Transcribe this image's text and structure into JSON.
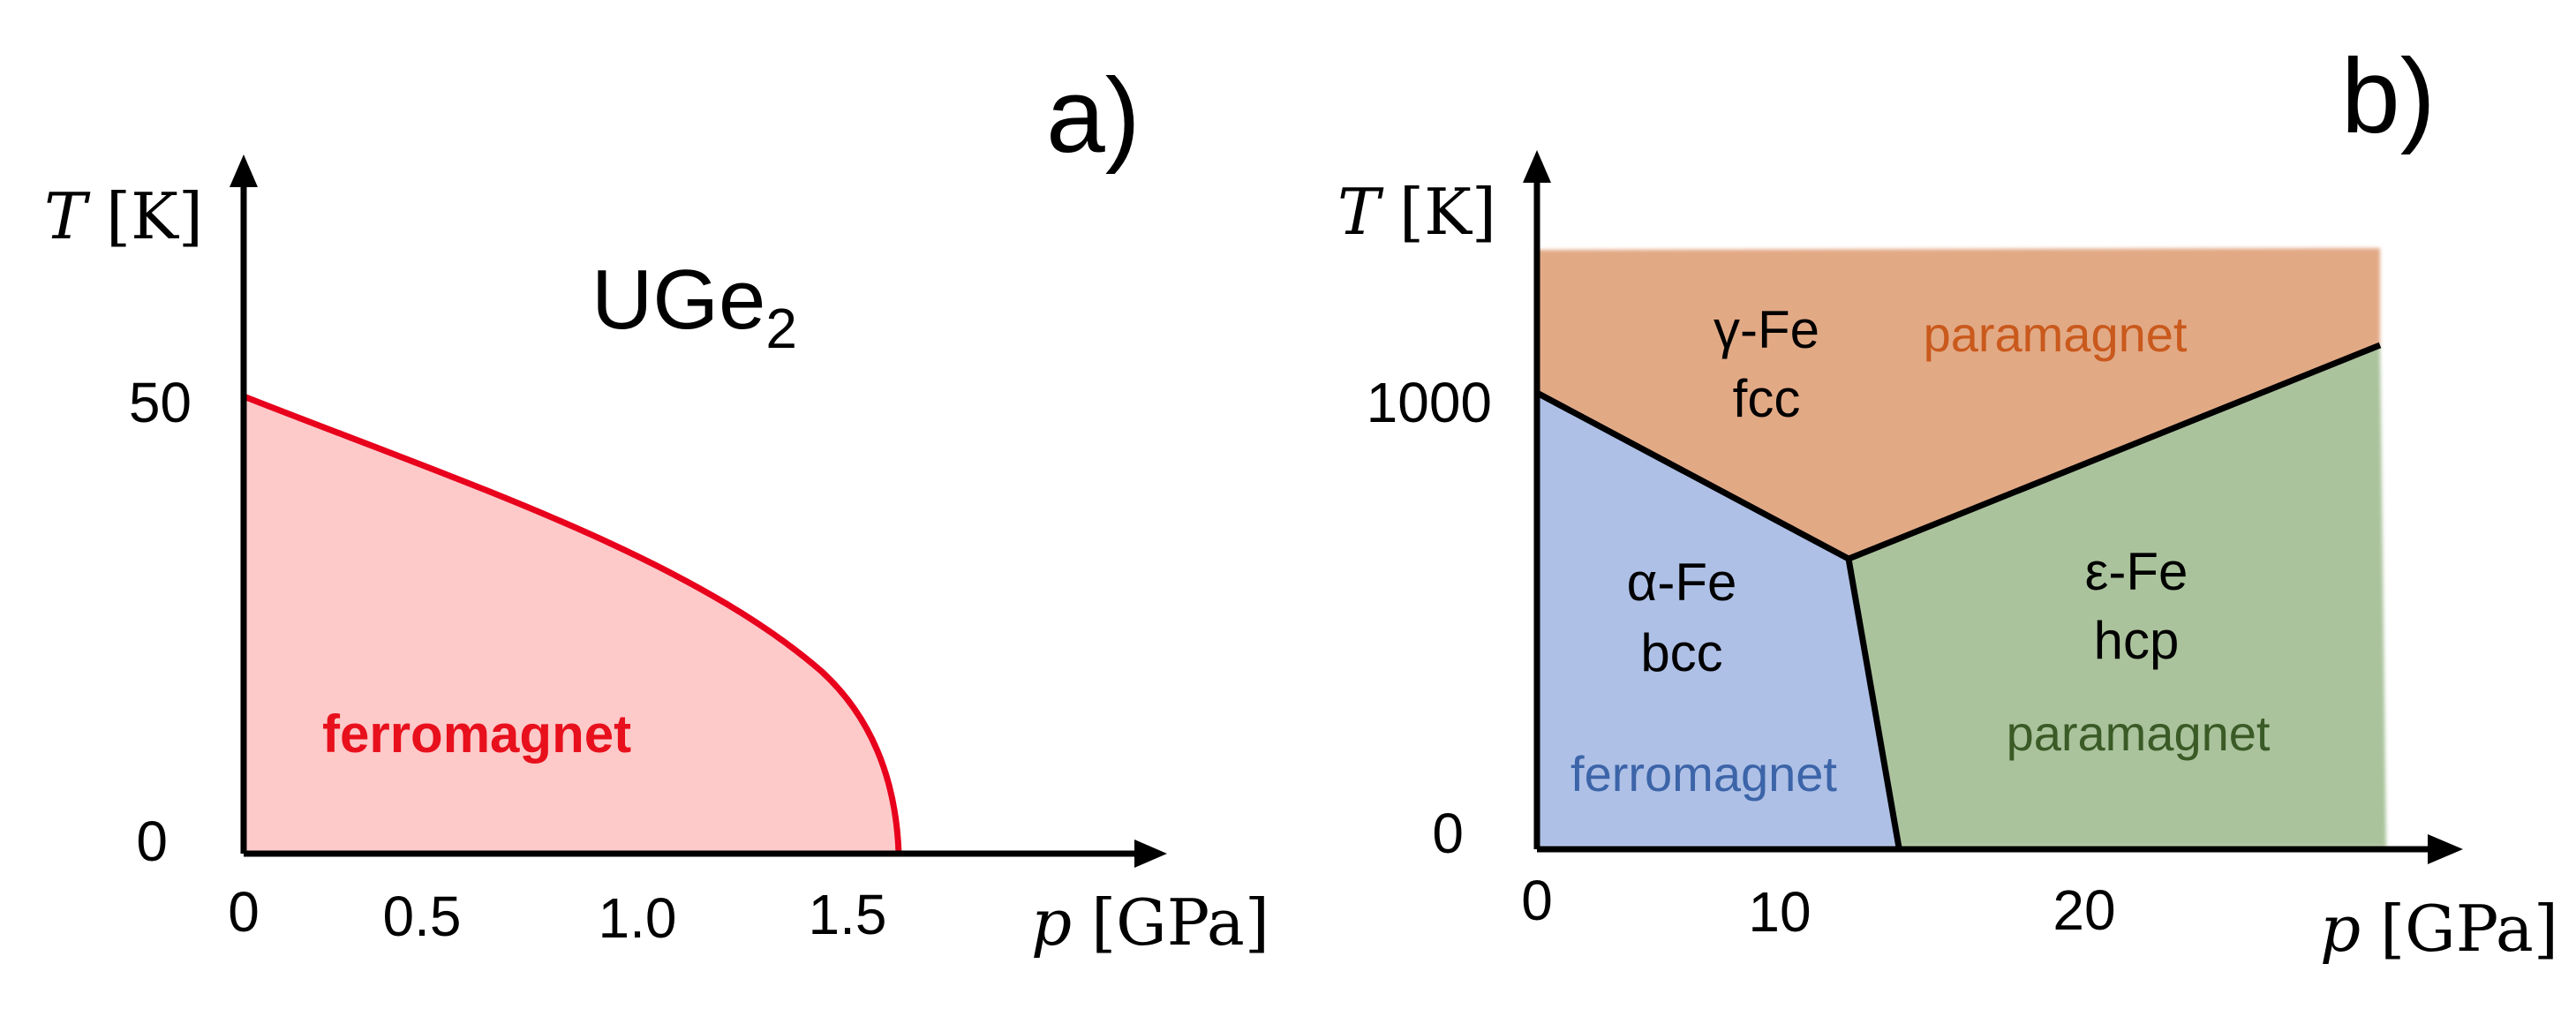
{
  "panel_a": {
    "label": "a)",
    "material": "UGe",
    "material_sub": "2",
    "y_axis_label_italic": "T",
    "y_axis_label_unit": "[K]",
    "x_axis_label_italic": "p",
    "x_axis_label_unit": "[GPa]",
    "y_ticks": [
      "50",
      "0"
    ],
    "x_ticks": [
      "0",
      "0.5",
      "1.0",
      "1.5"
    ],
    "phase_label": "ferromagnet",
    "colors": {
      "fill": "#fdc9c9",
      "line": "#e8001c",
      "label": "#e8101c"
    }
  },
  "panel_b": {
    "label": "b)",
    "y_axis_label_italic": "T",
    "y_axis_label_unit": "[K]",
    "x_axis_label_italic": "p",
    "x_axis_label_unit": "[GPa]",
    "y_ticks": [
      "1000",
      "0"
    ],
    "x_ticks": [
      "0",
      "10",
      "20"
    ],
    "regions": {
      "gamma": {
        "phase": "γ-Fe",
        "structure": "fcc",
        "magnetism": "paramagnet",
        "fill": "#e2a985",
        "magnetism_color": "#c9591c"
      },
      "alpha": {
        "phase": "α-Fe",
        "structure": "bcc",
        "magnetism": "ferromagnet",
        "fill": "#aec0e6",
        "magnetism_color": "#3c64a8"
      },
      "epsilon": {
        "phase": "ε-Fe",
        "structure": "hcp",
        "magnetism": "paramagnet",
        "fill": "#aac39c",
        "magnetism_color": "#3a5a26"
      }
    }
  }
}
